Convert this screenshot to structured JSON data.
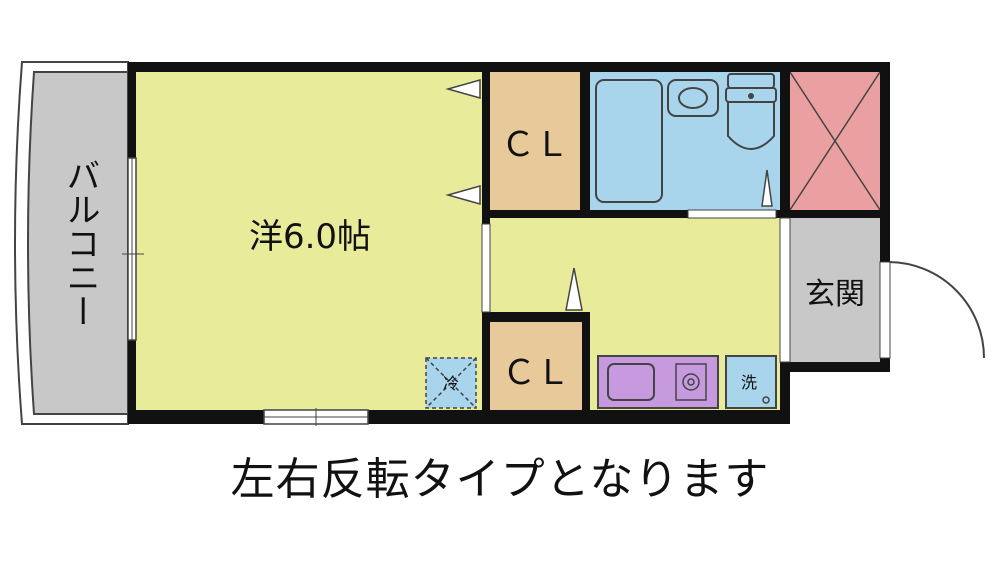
{
  "labels": {
    "balcony": "バルコニー",
    "western_room": "洋6.0帖",
    "closet_top": "ＣＬ",
    "closet_bottom": "ＣＬ",
    "entrance": "玄関",
    "fridge": "冷",
    "washer": "洗"
  },
  "caption": "左右反転タイプとなります",
  "colors": {
    "room": "#e8ec9a",
    "closet": "#e8c99a",
    "bath": "#a8d4ec",
    "storage": "#eaa0a0",
    "balcony": "#c8c8c8",
    "entrance": "#c8c8c8",
    "kitchen": "#c79ae0",
    "wall": "#111111"
  }
}
